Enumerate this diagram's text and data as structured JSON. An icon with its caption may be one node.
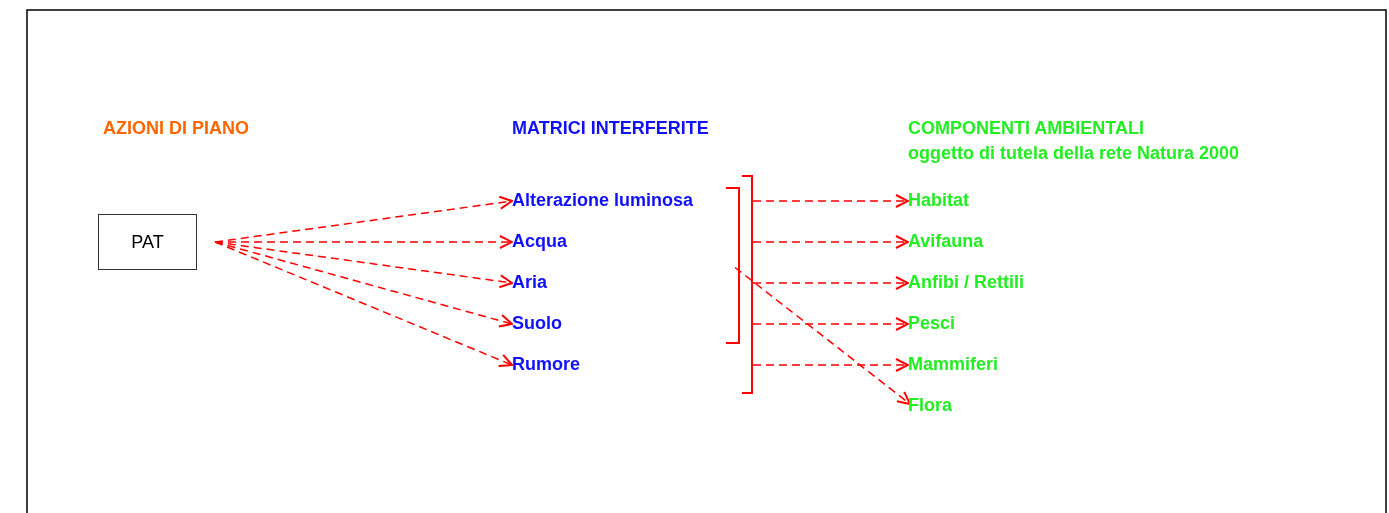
{
  "diagram": {
    "nodes": [
      {
        "text": [
          "PAT"
        ]
      },
      {
        "text": [
          "Alterazione luminosa"
        ]
      },
      {
        "text": [
          "Acqua"
        ]
      },
      {
        "text": [
          "Aria"
        ]
      },
      {
        "text": [
          "Suolo"
        ]
      },
      {
        "text": [
          "Rumore"
        ]
      },
      {
        "text": [],
        "shape": "bracket"
      },
      {
        "text": [],
        "shape": "bracket"
      },
      {
        "text": [
          "Habitat"
        ]
      },
      {
        "text": [
          "Avifauna"
        ]
      },
      {
        "text": [
          "Anfibi / Rettili"
        ]
      },
      {
        "text": [
          "Pesci"
        ]
      },
      {
        "text": [
          "Mammiferi"
        ]
      },
      {
        "text": [
          "Flora"
        ]
      }
    ],
    "edges": [
      {
        "from": 0,
        "to": 1,
        "arrow": "to",
        "style": "dashed"
      },
      {
        "from": 0,
        "to": 2,
        "arrow": "to",
        "style": "dashed"
      },
      {
        "from": 0,
        "to": 3,
        "arrow": "to",
        "style": "dashed"
      },
      {
        "from": 0,
        "to": 4,
        "arrow": "to",
        "style": "dashed"
      },
      {
        "from": 0,
        "to": 5,
        "arrow": "to",
        "style": "dashed"
      },
      {
        "from": 7,
        "to": 8,
        "arrow": "to",
        "style": "dashed"
      },
      {
        "from": 7,
        "to": 9,
        "arrow": "to",
        "style": "dashed"
      },
      {
        "from": 7,
        "to": 10,
        "arrow": "to",
        "style": "dashed"
      },
      {
        "from": 7,
        "to": 11,
        "arrow": "to",
        "style": "dashed"
      },
      {
        "from": 7,
        "to": 12,
        "arrow": "to",
        "style": "dashed"
      },
      {
        "from": 6,
        "to": 13,
        "arrow": "to",
        "style": "dashed"
      }
    ],
    "labels": [
      "AZIONI DI PIANO",
      "MATRICI INTERFERITE",
      "COMPONENTI AMBIENTALI",
      "oggetto di tutela della rete Natura 2000"
    ]
  }
}
